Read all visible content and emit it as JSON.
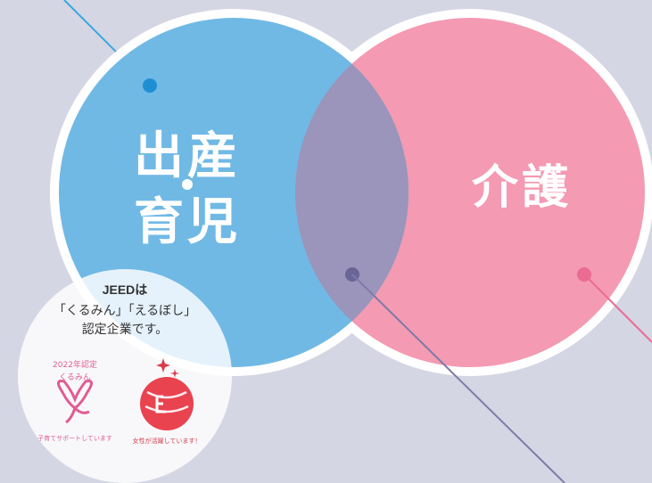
{
  "colors": {
    "background": "#d5d6e3",
    "childcare_circle": "#70b9e5",
    "care_circle": "#f49ab2",
    "overlap": "#9b94bb",
    "white_ring": "#ffffff"
  },
  "circles": {
    "childcare": {
      "label_line1": "出産",
      "label_line2": "育児"
    },
    "care": {
      "label": "介護"
    }
  },
  "badge": {
    "line1": "JEEDは",
    "line2": "「くるみん」「えるぼし」",
    "line3": "認定企業です。",
    "kurumin": {
      "year_text": "2022年認定",
      "name_text": "くるみん",
      "bottom_text": "子育てサポートしています"
    },
    "eruboshi": {
      "bottom_text": "女性が活躍しています！"
    }
  }
}
